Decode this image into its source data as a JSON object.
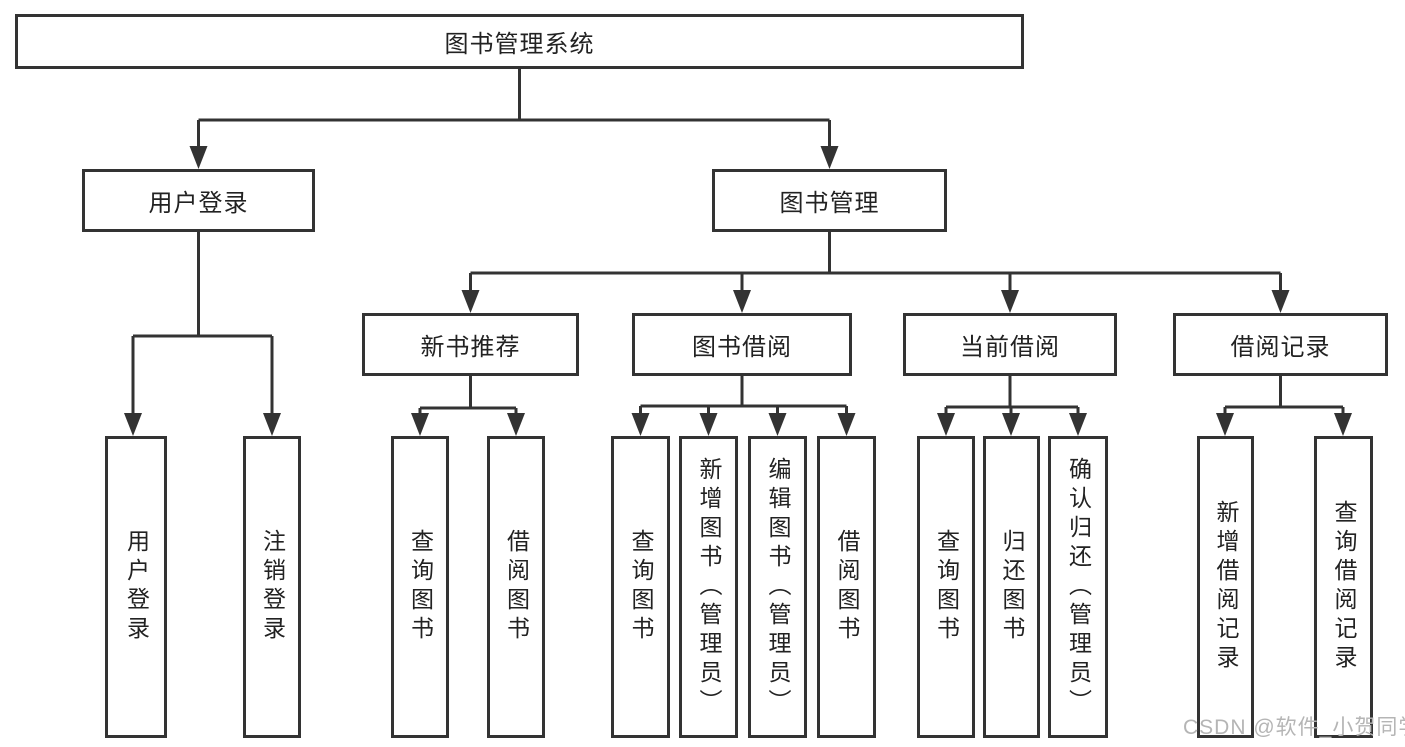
{
  "diagram_type": "hierarchy-tree",
  "colors": {
    "line": "#333333",
    "box_border": "#333333",
    "text": "#222222",
    "watermark": "#b5b5b5",
    "background": "#ffffff"
  },
  "tree": {
    "label": "图书管理系统",
    "children": [
      {
        "label": "用户登录",
        "children": [
          {
            "label": "用户登录"
          },
          {
            "label": "注销登录"
          }
        ]
      },
      {
        "label": "图书管理",
        "children": [
          {
            "label": "新书推荐",
            "children": [
              {
                "label": "查询图书"
              },
              {
                "label": "借阅图书"
              }
            ]
          },
          {
            "label": "图书借阅",
            "children": [
              {
                "label": "查询图书"
              },
              {
                "label": "新增图书（管理员）"
              },
              {
                "label": "编辑图书（管理员）"
              },
              {
                "label": "借阅图书"
              }
            ]
          },
          {
            "label": "当前借阅",
            "children": [
              {
                "label": "查询图书"
              },
              {
                "label": "归还图书"
              },
              {
                "label": "确认归还（管理员）"
              }
            ]
          },
          {
            "label": "借阅记录",
            "children": [
              {
                "label": "新增借阅记录"
              },
              {
                "label": "查询借阅记录"
              }
            ]
          }
        ]
      }
    ]
  },
  "watermark": {
    "text": "CSDN @软件_小贺同学"
  }
}
